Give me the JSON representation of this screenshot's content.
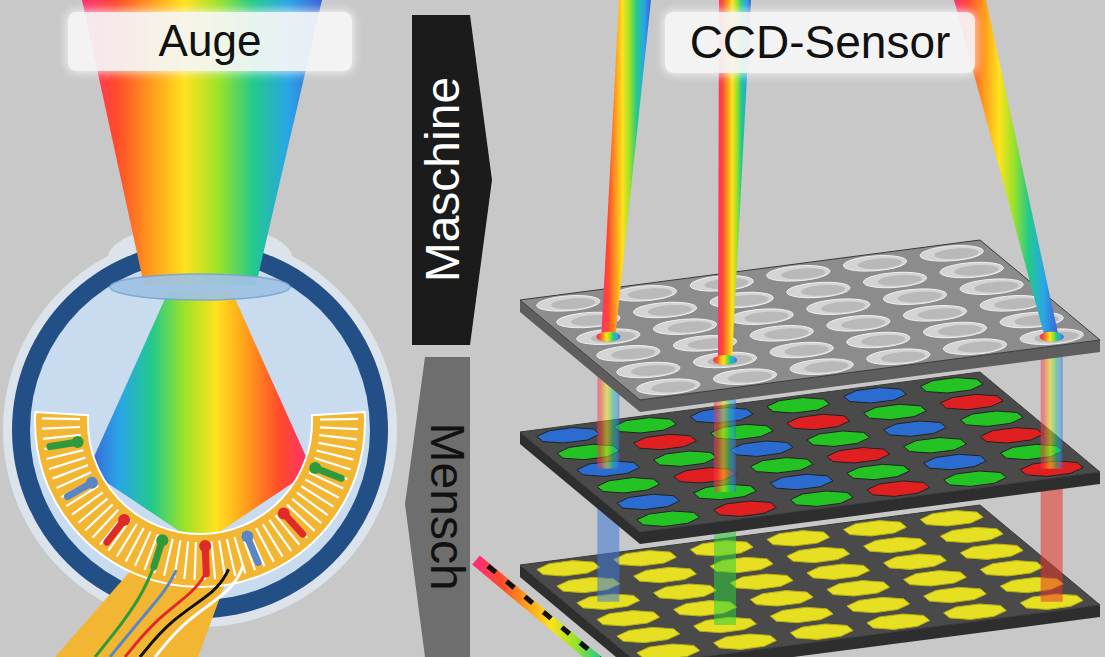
{
  "diagram": {
    "nodes": [
      {
        "text": [
          "Auge"
        ]
      },
      {
        "text": [
          "Maschine"
        ]
      },
      {
        "text": [
          "CCD-Sensor"
        ]
      },
      {
        "text": [
          "Mensch"
        ]
      }
    ]
  }
}
